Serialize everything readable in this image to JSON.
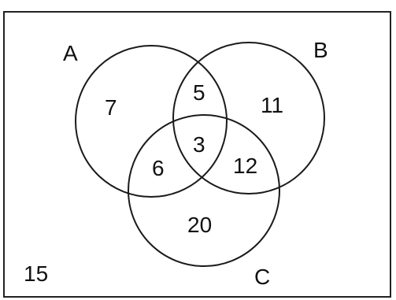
{
  "sets": {
    "a": "A",
    "b": "B",
    "c": "C"
  },
  "regions": {
    "a_only": "7",
    "b_only": "11",
    "c_only": "20",
    "a_and_b_only": "5",
    "a_and_c_only": "6",
    "b_and_c_only": "12",
    "a_and_b_and_c": "3",
    "outside": "15"
  }
}
